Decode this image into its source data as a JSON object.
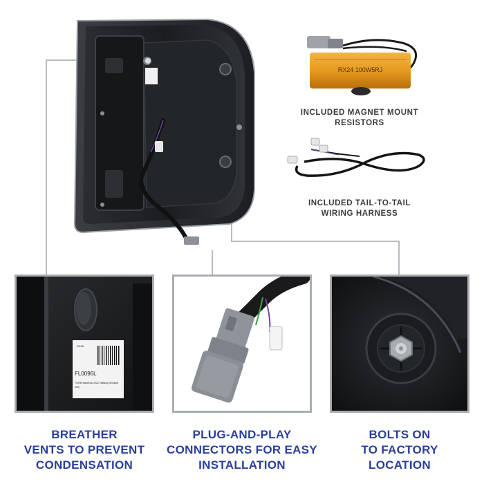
{
  "resistor": {
    "label": "RX24 100W5RJ",
    "caption_line1": "INCLUDED MAGNET MOUNT",
    "caption_line2": "RESISTORS"
  },
  "harness": {
    "caption_line1": "INCLUDED TAIL-TO-TAIL",
    "caption_line2": "WIRING HARNESS"
  },
  "sticker": {
    "code_small": "SC36",
    "part_number": "FL0096L",
    "desc_line1": "FORM Maverick 2022 Taillamp Smoked",
    "desc_line2": "(left)"
  },
  "features": [
    {
      "line1": "BREATHER",
      "line2": "VENTS TO PREVENT",
      "line3": "CONDENSATION"
    },
    {
      "line1": "PLUG-AND-PLAY",
      "line2": "CONNECTORS FOR EASY",
      "line3": "INSTALLATION"
    },
    {
      "line1": "BOLTS ON",
      "line2": "TO FACTORY",
      "line3": "LOCATION"
    }
  ],
  "colors": {
    "accent_text": "#2a3f9a",
    "frame": "#a9adb1",
    "resistor": "#e79a1e"
  }
}
